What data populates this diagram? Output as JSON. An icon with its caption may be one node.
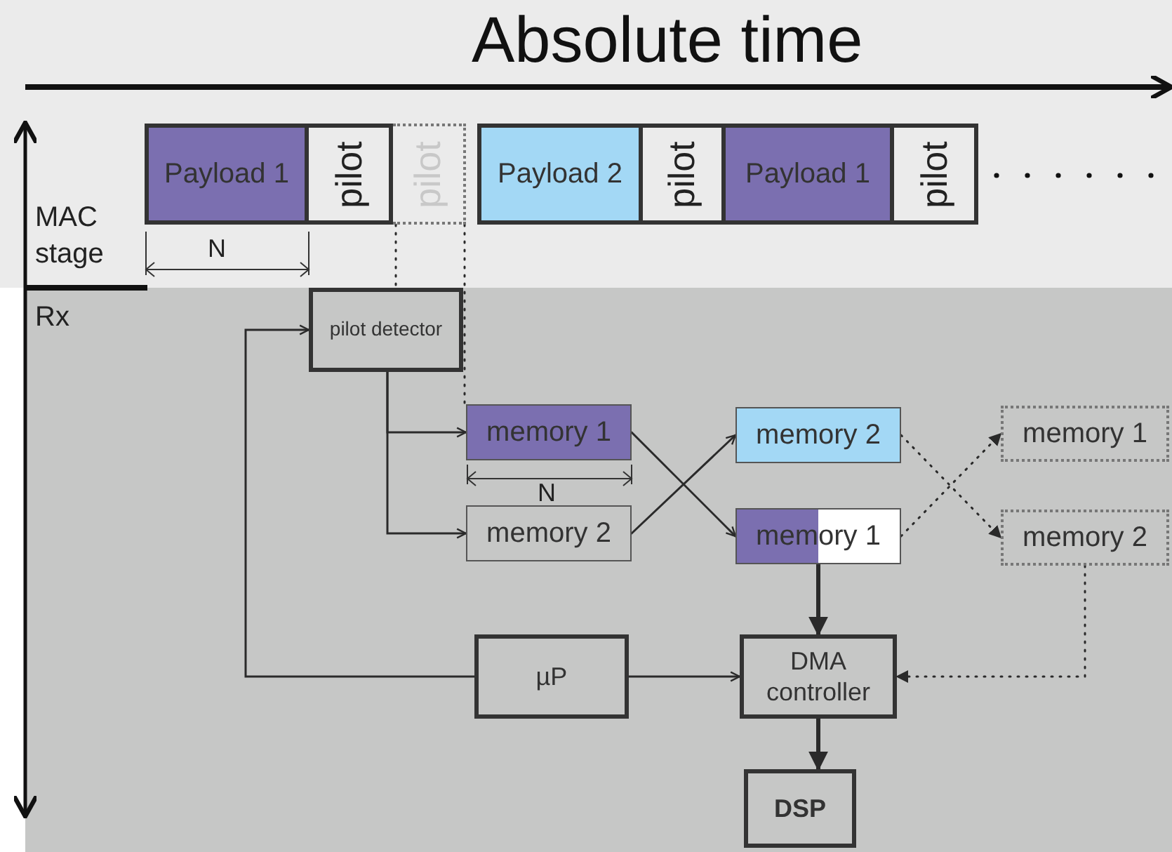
{
  "diagram": {
    "nodes": [
      {
        "text": [
          "Payload 1"
        ]
      },
      {
        "text": [
          "pilot"
        ]
      },
      {
        "text": [
          "pilot"
        ]
      },
      {
        "text": [
          "Payload 2"
        ]
      },
      {
        "text": [
          "pilot"
        ]
      },
      {
        "text": [
          "Payload 1"
        ]
      },
      {
        "text": [
          "pilot"
        ]
      },
      {
        "text": [
          "pilot detector"
        ]
      },
      {
        "text": [
          "memory 1"
        ]
      },
      {
        "text": [
          "memory 2"
        ]
      },
      {
        "text": [
          "memory 2"
        ]
      },
      {
        "text": [
          "memory 1"
        ]
      },
      {
        "text": [
          "memory 1"
        ]
      },
      {
        "text": [
          "memory 2"
        ]
      },
      {
        "text": [
          "µP"
        ]
      },
      {
        "text": [
          "DMA controller"
        ]
      },
      {
        "text": [
          "DSP"
        ]
      }
    ],
    "edges": [
      {
        "from": 2,
        "to": 7,
        "arrow": "none",
        "style": "dashed"
      },
      {
        "from": 2,
        "to": 8,
        "arrow": "none",
        "style": "dashed"
      },
      {
        "from": 7,
        "to": 8,
        "arrow": "to"
      },
      {
        "from": 7,
        "to": 9,
        "arrow": "to"
      },
      {
        "from": 8,
        "to": 11,
        "arrow": "to"
      },
      {
        "from": 9,
        "to": 10,
        "arrow": "to"
      },
      {
        "from": 10,
        "to": 13,
        "arrow": "to",
        "style": "dashed"
      },
      {
        "from": 11,
        "to": 12,
        "arrow": "to",
        "style": "dashed"
      },
      {
        "from": 13,
        "to": 15,
        "arrow": "to",
        "style": "dashed"
      },
      {
        "from": 11,
        "to": 15,
        "arrow": "to",
        "style": "thick"
      },
      {
        "from": 14,
        "to": 15,
        "arrow": "to"
      },
      {
        "from": 14,
        "to": 7,
        "arrow": "to"
      },
      {
        "from": 15,
        "to": 16,
        "arrow": "to",
        "style": "thick"
      }
    ],
    "labels": [
      "Absolute time",
      "MAC stage",
      "Rx",
      "N",
      "N"
    ]
  }
}
